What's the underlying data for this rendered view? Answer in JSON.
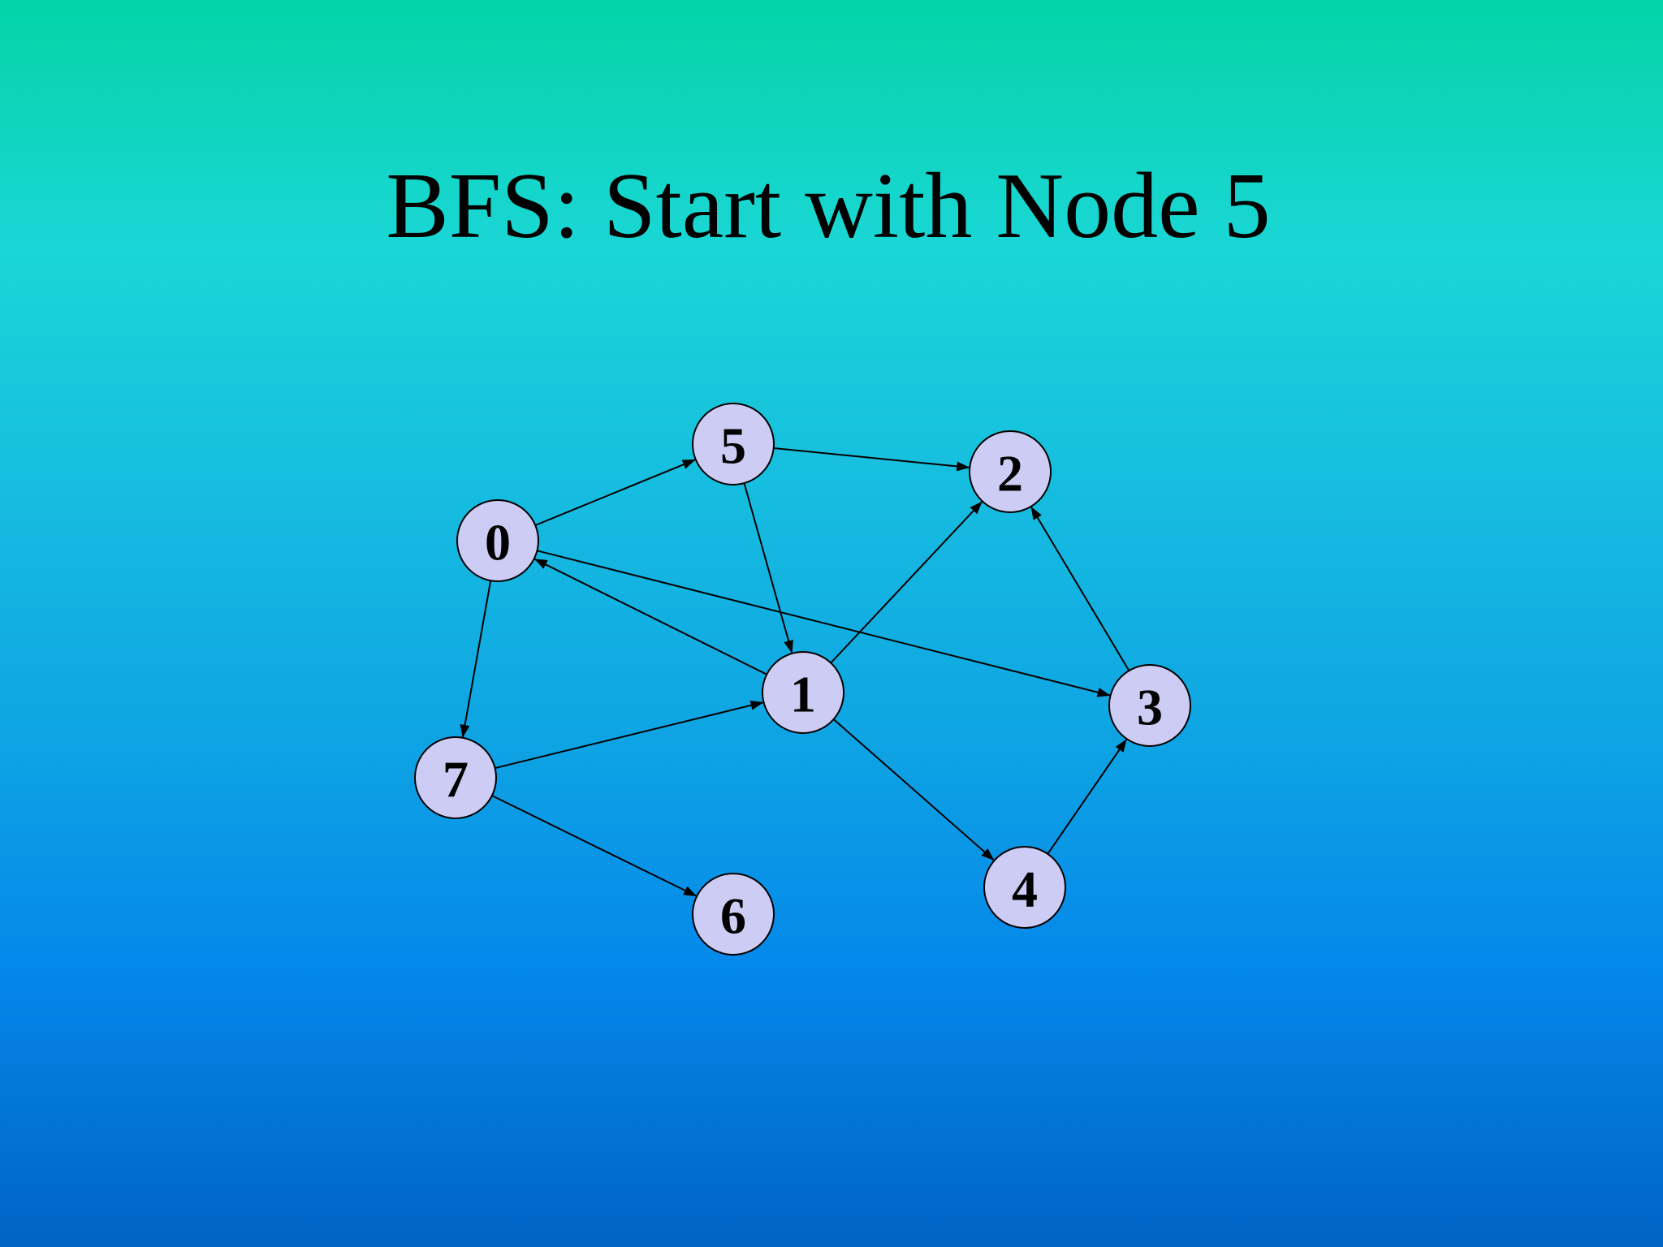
{
  "slide": {
    "title": "BFS: Start with Node 5"
  },
  "graph": {
    "directed": true,
    "nodes": [
      {
        "id": "0",
        "label": "0"
      },
      {
        "id": "1",
        "label": "1"
      },
      {
        "id": "2",
        "label": "2"
      },
      {
        "id": "3",
        "label": "3"
      },
      {
        "id": "4",
        "label": "4"
      },
      {
        "id": "5",
        "label": "5"
      },
      {
        "id": "6",
        "label": "6"
      },
      {
        "id": "7",
        "label": "7"
      }
    ],
    "edges": [
      {
        "from": "0",
        "to": "5"
      },
      {
        "from": "0",
        "to": "3"
      },
      {
        "from": "0",
        "to": "7"
      },
      {
        "from": "5",
        "to": "2"
      },
      {
        "from": "5",
        "to": "1"
      },
      {
        "from": "1",
        "to": "0"
      },
      {
        "from": "1",
        "to": "2"
      },
      {
        "from": "1",
        "to": "4"
      },
      {
        "from": "7",
        "to": "1"
      },
      {
        "from": "7",
        "to": "6"
      },
      {
        "from": "3",
        "to": "2"
      },
      {
        "from": "4",
        "to": "3"
      }
    ]
  },
  "colors": {
    "node_fill": "#ccccf4",
    "node_stroke": "#000000",
    "edge": "#000000"
  }
}
